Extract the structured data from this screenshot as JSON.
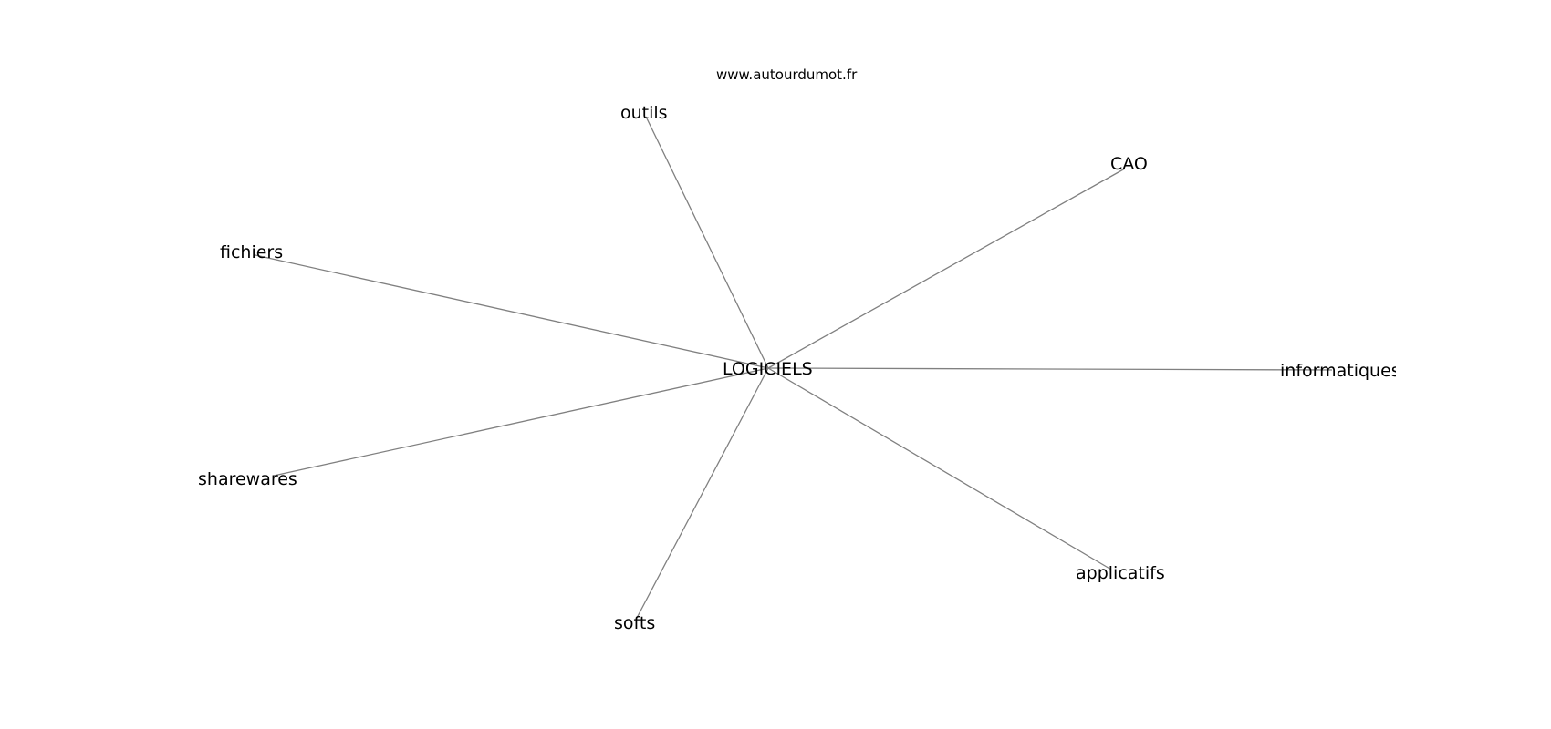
{
  "source": "www.autourdumot.fr",
  "center": {
    "label": "LOGICIELS"
  },
  "nodes": [
    {
      "label": "outils"
    },
    {
      "label": "CAO"
    },
    {
      "label": "fichiers"
    },
    {
      "label": "informatiques"
    },
    {
      "label": "sharewares"
    },
    {
      "label": "applicatifs"
    },
    {
      "label": "softs"
    }
  ],
  "colors": {
    "edge": "#808080",
    "text": "#000000",
    "background": "#ffffff"
  }
}
